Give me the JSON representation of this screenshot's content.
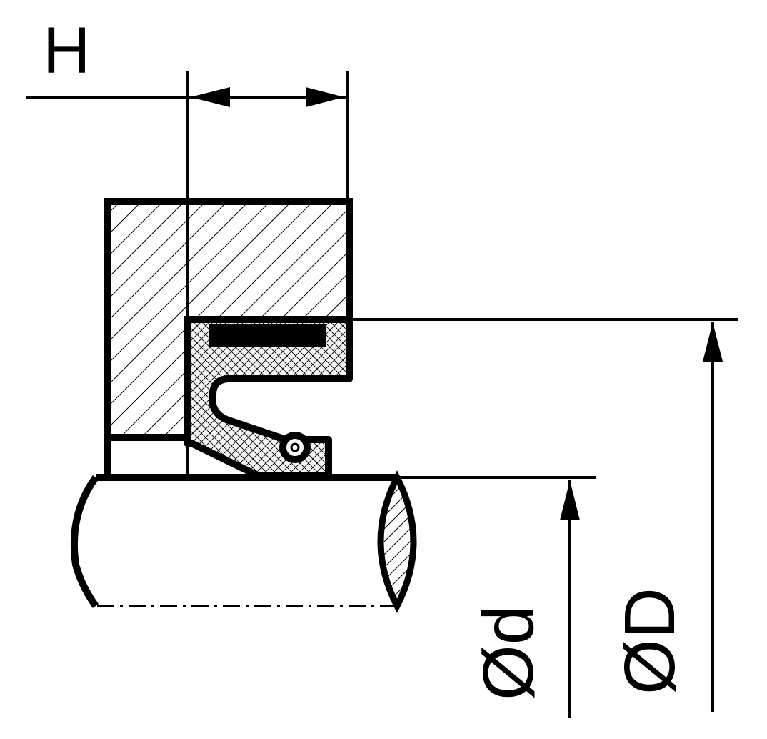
{
  "drawing": {
    "type": "shaft seal cross-section",
    "labels": {
      "width": "H",
      "shaft_diameter": "Ød",
      "housing_diameter": "ØD"
    },
    "colors": {
      "line": "#000000",
      "background": "#ffffff",
      "elastomer_fill": "#f2f2f2",
      "metal_insert": "#000000"
    },
    "hatch_patterns": {
      "housing": "diagonal-lines",
      "seal_body": "cross-hatch"
    }
  }
}
